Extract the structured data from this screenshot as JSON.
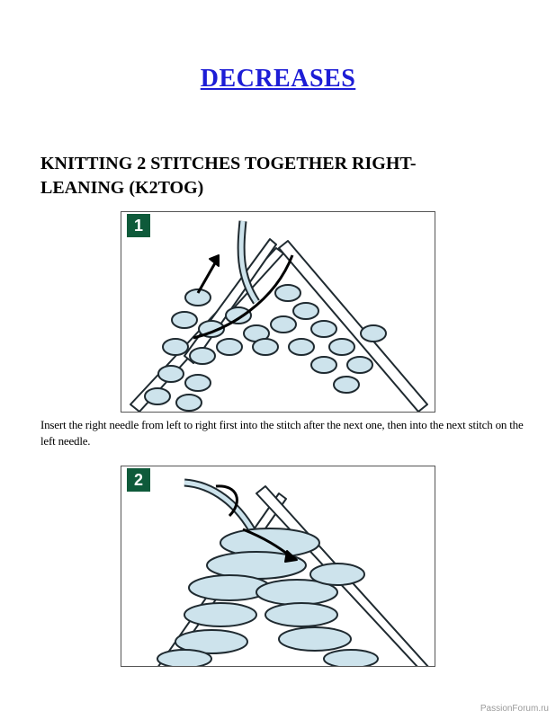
{
  "page": {
    "heading": "DECREASES",
    "subheading": "KNITTING 2 STITCHES TOGETHER RIGHT-LEANING (K2TOG)",
    "colors": {
      "heading_link": "#1d1dd6",
      "step_badge": "#0e5a3a",
      "yarn_fill": "#cde3ec",
      "yarn_outline": "#1f2a30"
    }
  },
  "figures": [
    {
      "step": "1",
      "icon": "knitting-needles-illustration"
    },
    {
      "step": "2",
      "icon": "knitting-needles-illustration"
    }
  ],
  "caption": "Insert the right needle from left to right first into the stitch after the next one, then into the next stitch on the left needle.",
  "watermark": "PassionForum.ru"
}
